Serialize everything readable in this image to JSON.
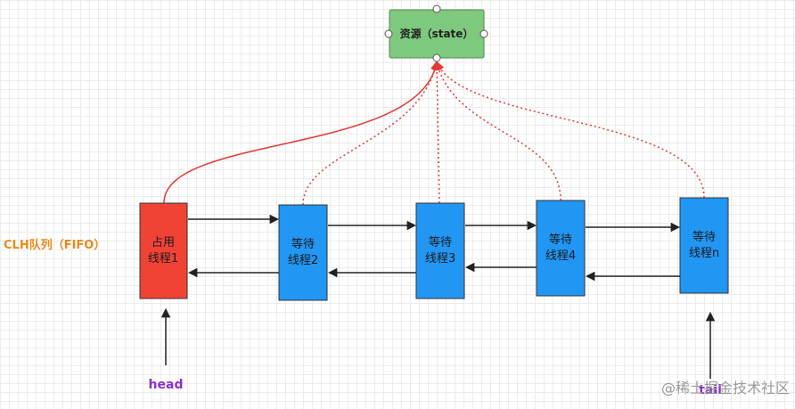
{
  "resource": {
    "label": "资源（state）",
    "color": "#7fc97f"
  },
  "queue_label": "CLH队列（FIFO）",
  "nodes": [
    {
      "line1": "占用",
      "line2": "线程1",
      "color": "#f04336",
      "state": "holding"
    },
    {
      "line1": "等待",
      "line2": "线程2",
      "color": "#2196f3",
      "state": "waiting"
    },
    {
      "line1": "等待",
      "line2": "线程3",
      "color": "#2196f3",
      "state": "waiting"
    },
    {
      "line1": "等待",
      "line2": "线程4",
      "color": "#2196f3",
      "state": "waiting"
    },
    {
      "line1": "等待",
      "line2": "线程n",
      "color": "#2196f3",
      "state": "waiting"
    }
  ],
  "head_label": "head",
  "tail_label": "tail",
  "watermark": "@稀土掘金技术社区",
  "colors": {
    "holding_edge": "#e53935",
    "waiting_edge": "#e53935",
    "queue_arrow": "#222222"
  }
}
